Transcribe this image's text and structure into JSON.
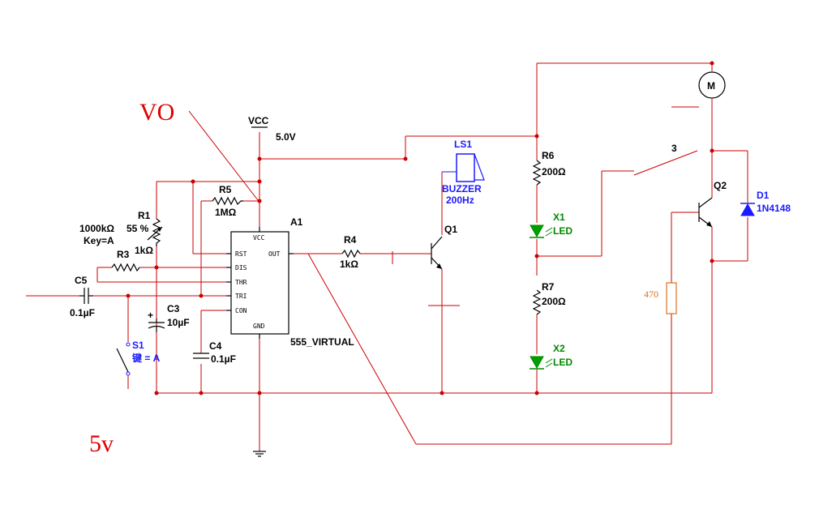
{
  "annotations": {
    "vo": "VO",
    "five_v": "5v",
    "three": "3"
  },
  "supply": {
    "label": "VCC",
    "voltage": "5.0V"
  },
  "ic": {
    "ref": "A1",
    "part": "555_VIRTUAL",
    "pins": {
      "vcc": "VCC",
      "rst": "RST",
      "dis": "DIS",
      "thr": "THR",
      "tri": "TRI",
      "con": "CON",
      "out": "OUT",
      "gnd": "GND"
    }
  },
  "components": {
    "r1": {
      "ref": "R1",
      "pct": "55 %",
      "max": "1000kΩ",
      "key": "Key=A",
      "val": "1kΩ"
    },
    "r3": {
      "ref": "R3"
    },
    "r4": {
      "ref": "R4",
      "val": "1kΩ"
    },
    "r5": {
      "ref": "R5",
      "val": "1MΩ"
    },
    "r6": {
      "ref": "R6",
      "val": "200Ω"
    },
    "r7": {
      "ref": "R7",
      "val": "200Ω"
    },
    "c3": {
      "ref": "C3",
      "val": "10µF",
      "plus": "+"
    },
    "c4": {
      "ref": "C4",
      "val": "0.1µF"
    },
    "c5": {
      "ref": "C5",
      "val": "0.1µF"
    },
    "s1": {
      "ref": "S1",
      "key": "键 = A"
    },
    "ls1": {
      "ref": "LS1",
      "type": "BUZZER",
      "freq": "200Hz"
    },
    "q1": {
      "ref": "Q1"
    },
    "q2": {
      "ref": "Q2"
    },
    "x1": {
      "ref": "X1",
      "type": "LED"
    },
    "x2": {
      "ref": "X2",
      "type": "LED"
    },
    "d1": {
      "ref": "D1",
      "part": "1N4148"
    },
    "motor": {
      "symbol": "M"
    },
    "r470": {
      "val": "470"
    }
  },
  "colors": {
    "wire": "#cc0000",
    "component": "#000000",
    "blue_label": "#1a1aff",
    "green_label": "#008800",
    "orange_label": "#e07020"
  }
}
